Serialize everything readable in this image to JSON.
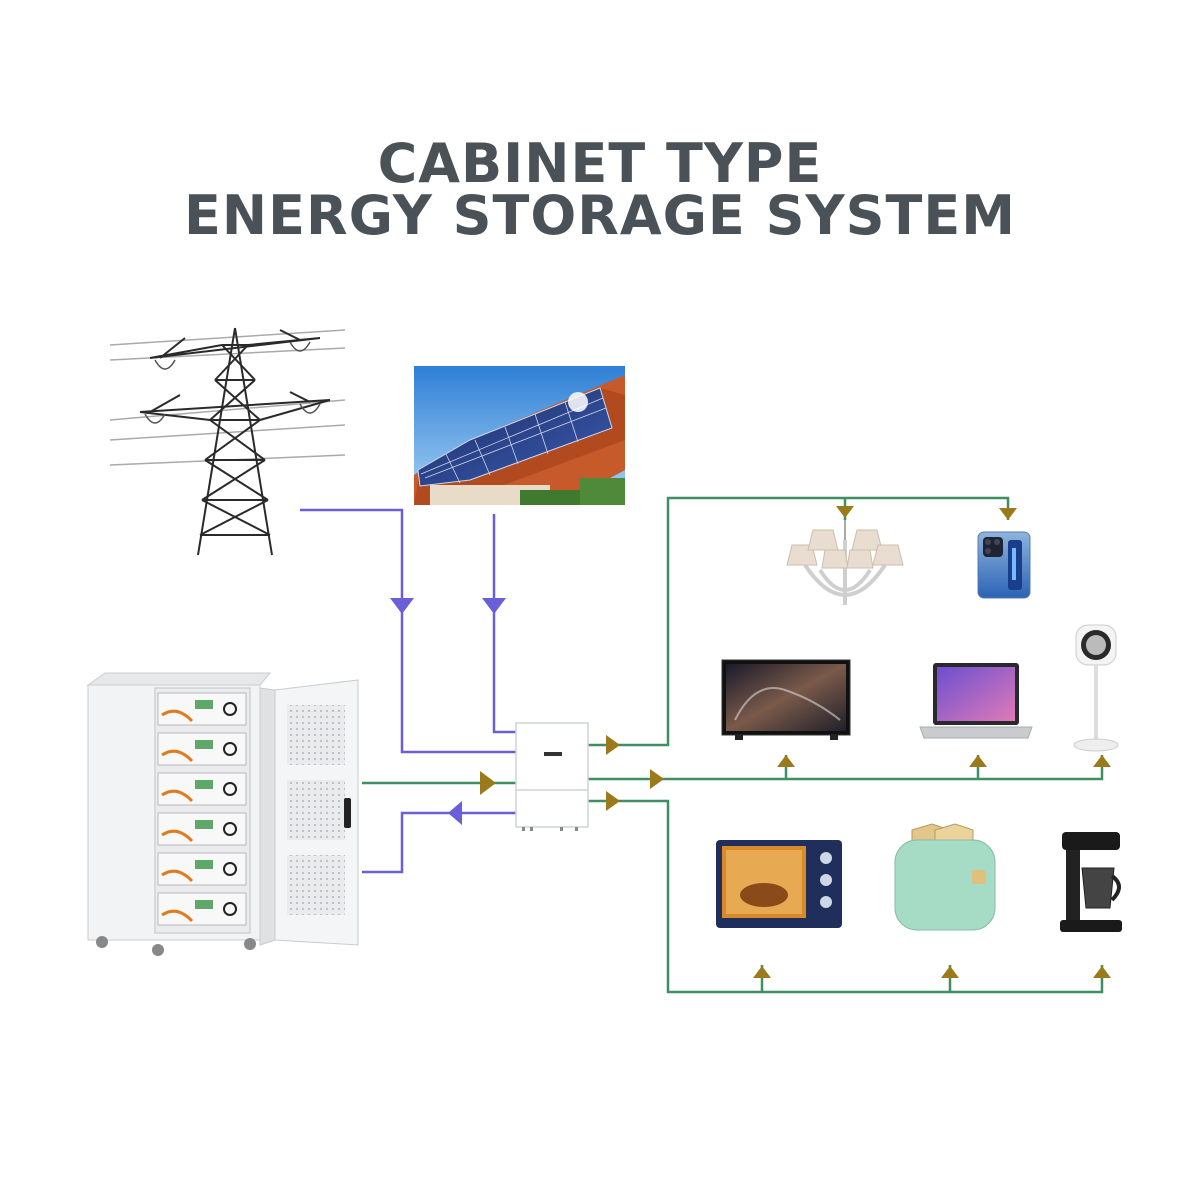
{
  "title": {
    "line1": "CABINET TYPE",
    "line2": "ENERGY STORAGE SYSTEM"
  },
  "colors": {
    "input_line": "#6a5fd8",
    "output_line": "#3f8f62",
    "arrow_gold": "#9a7a1a",
    "title": "#4a5157"
  },
  "components": [
    {
      "name": "power-grid-tower-icon"
    },
    {
      "name": "solar-panel-roof-image"
    },
    {
      "name": "battery-cabinet"
    },
    {
      "name": "inverter"
    },
    {
      "name": "chandelier-icon"
    },
    {
      "name": "smartphone-icon"
    },
    {
      "name": "television-icon"
    },
    {
      "name": "laptop-icon"
    },
    {
      "name": "fan-icon"
    },
    {
      "name": "oven-icon"
    },
    {
      "name": "toaster-icon"
    },
    {
      "name": "coffee-maker-icon"
    }
  ]
}
